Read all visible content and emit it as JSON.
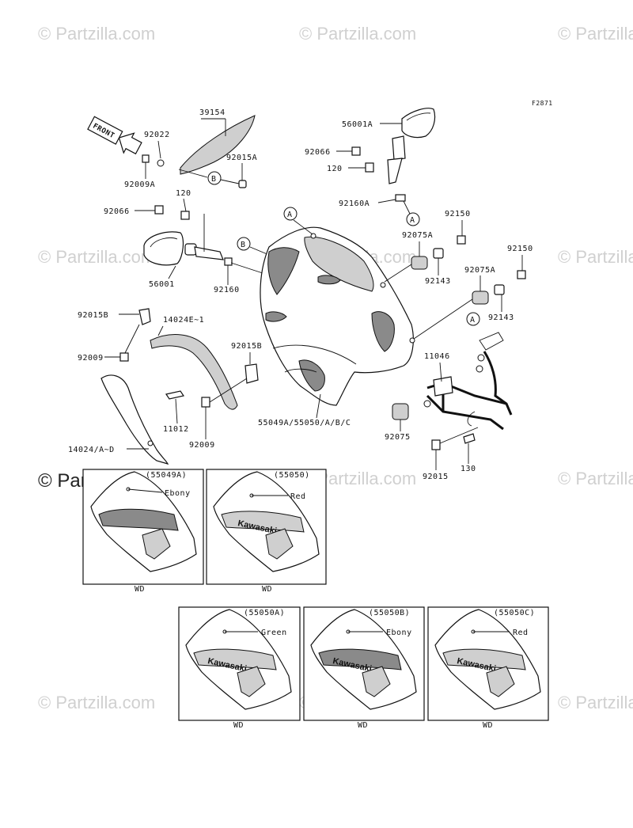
{
  "figure_code": "F2871",
  "front_label": "FRONT",
  "watermark": "© Partzilla.com",
  "callouts": {
    "a": "A",
    "b": "B"
  },
  "parts": {
    "p39154": "39154",
    "p92022": "92022",
    "p92015A": "92015A",
    "p92009A": "92009A",
    "p120_left": "120",
    "p92066_left": "92066",
    "p56001": "56001",
    "p92160": "92160",
    "p92015B_left": "92015B",
    "p14024E": "14024E~1",
    "p92009_left": "92009",
    "p92015B_mid": "92015B",
    "p11012": "11012",
    "p92009_mid": "92009",
    "p14024": "14024/A~D",
    "p55049A": "55049A/55050/A/B/C",
    "p56001A": "56001A",
    "p92066_right": "92066",
    "p120_right": "120",
    "p92160A": "92160A",
    "p92150_a": "92150",
    "p92075A_a": "92075A",
    "p92143_a": "92143",
    "p92150_b": "92150",
    "p92075A_b": "92075A",
    "p92143_b": "92143",
    "p11046": "11046",
    "p92075": "92075",
    "p92015": "92015",
    "p130": "130"
  },
  "variants": [
    {
      "code": "(55049A)",
      "color": "Ebony",
      "note": "WD"
    },
    {
      "code": "(55050)",
      "color": "Red",
      "note": "WD"
    },
    {
      "code": "(55050A)",
      "color": "Green",
      "note": "WD"
    },
    {
      "code": "(55050B)",
      "color": "Ebony",
      "note": "WD"
    },
    {
      "code": "(55050C)",
      "color": "Red",
      "note": "WD"
    }
  ],
  "brand_decal": "Kawasaki"
}
